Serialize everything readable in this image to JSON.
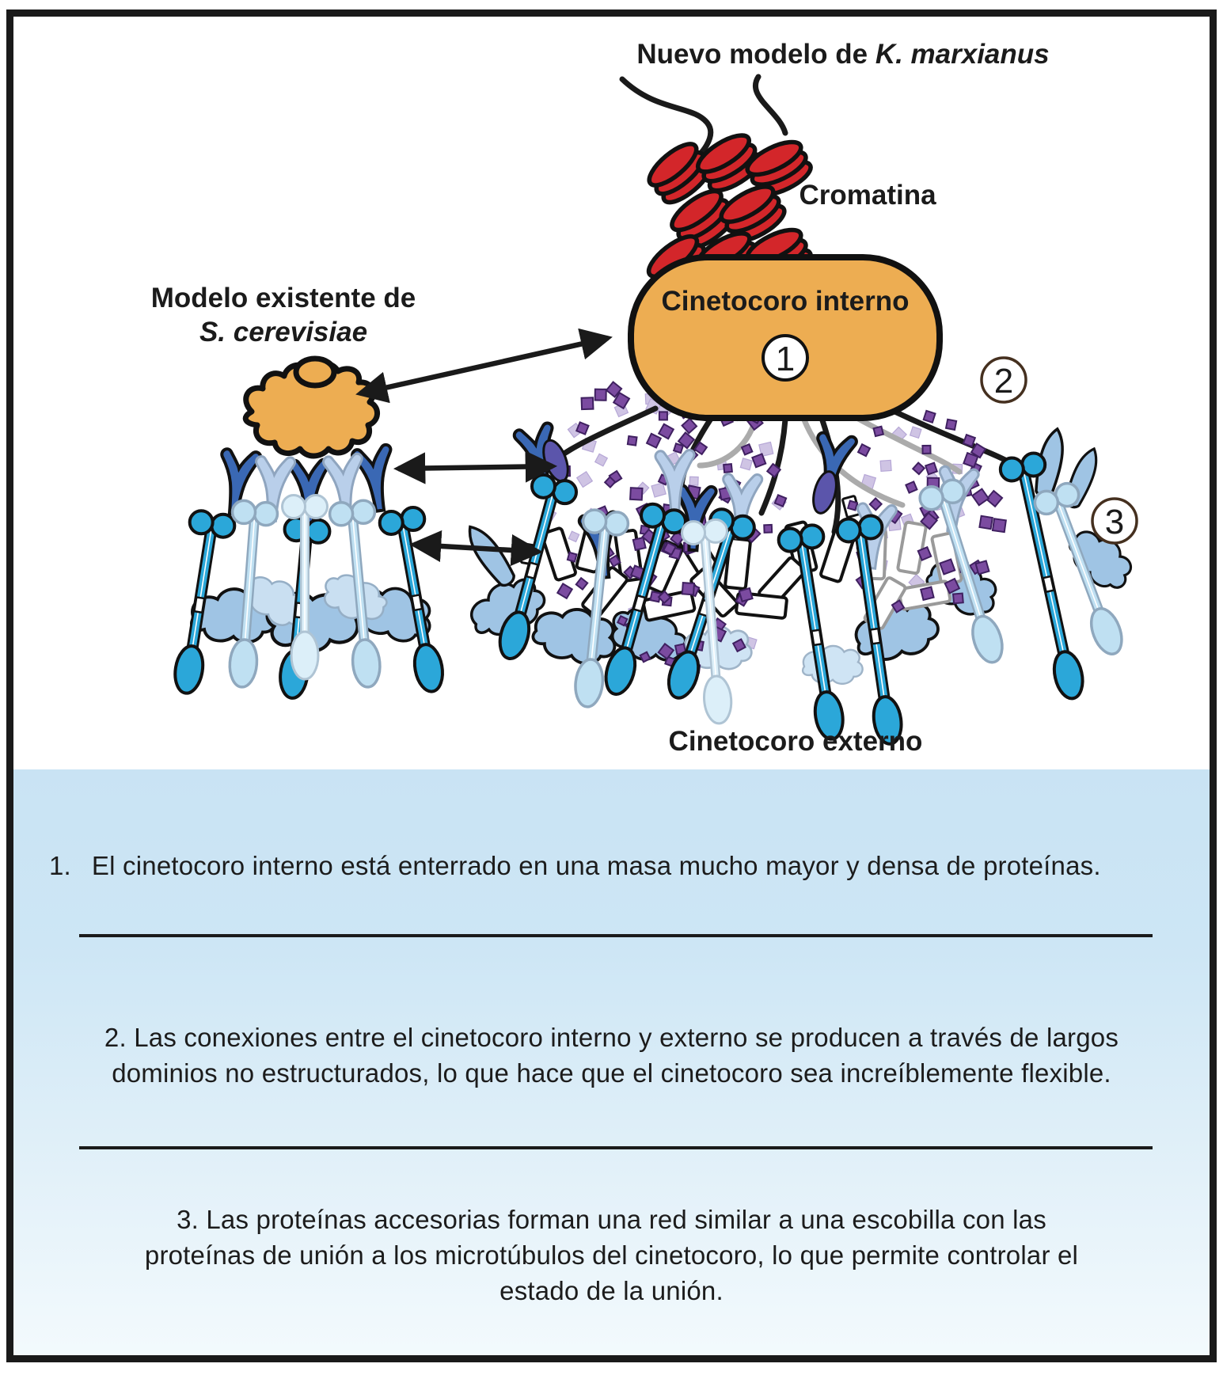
{
  "title": {
    "prefix": "Nuevo modelo de ",
    "species": "K. marxianus"
  },
  "labels": {
    "chromatin": "Cromatina",
    "inner_kinetochore": "Cinetocoro interno",
    "outer_kinetochore": "Cinetocoro externo",
    "existing_model_line1": "Modelo existente de",
    "existing_model_line2": "S. cerevisiae"
  },
  "badges": {
    "one": "1",
    "two": "2",
    "three": "3"
  },
  "notes": {
    "item1": {
      "marker": "1.",
      "text": "El cinetocoro interno está enterrado en una masa mucho mayor y densa de proteínas."
    },
    "item2": {
      "text": "2. Las conexiones entre el cinetocoro interno y externo se producen a través de largos\ndominios no estructurados, lo que hace que el cinetocoro sea increíblemente flexible."
    },
    "item3": {
      "text": "3. Las proteínas accesorias forman una red similar a una escobilla con las\nproteínas de unión a los microtúbulos del cinetocoro, lo que permite controlar el\nestado de la unión."
    }
  },
  "colors": {
    "accent_orange": "#EDAD52",
    "chromatin_red": "#D3262A",
    "microtubule_cyan": "#2BA7D9",
    "fork_blue": "#3A68B4",
    "blob_blue": "#9FC4E4",
    "disorder_purple": "#7B4BA0",
    "panel_blue": "#CBE4F5"
  }
}
